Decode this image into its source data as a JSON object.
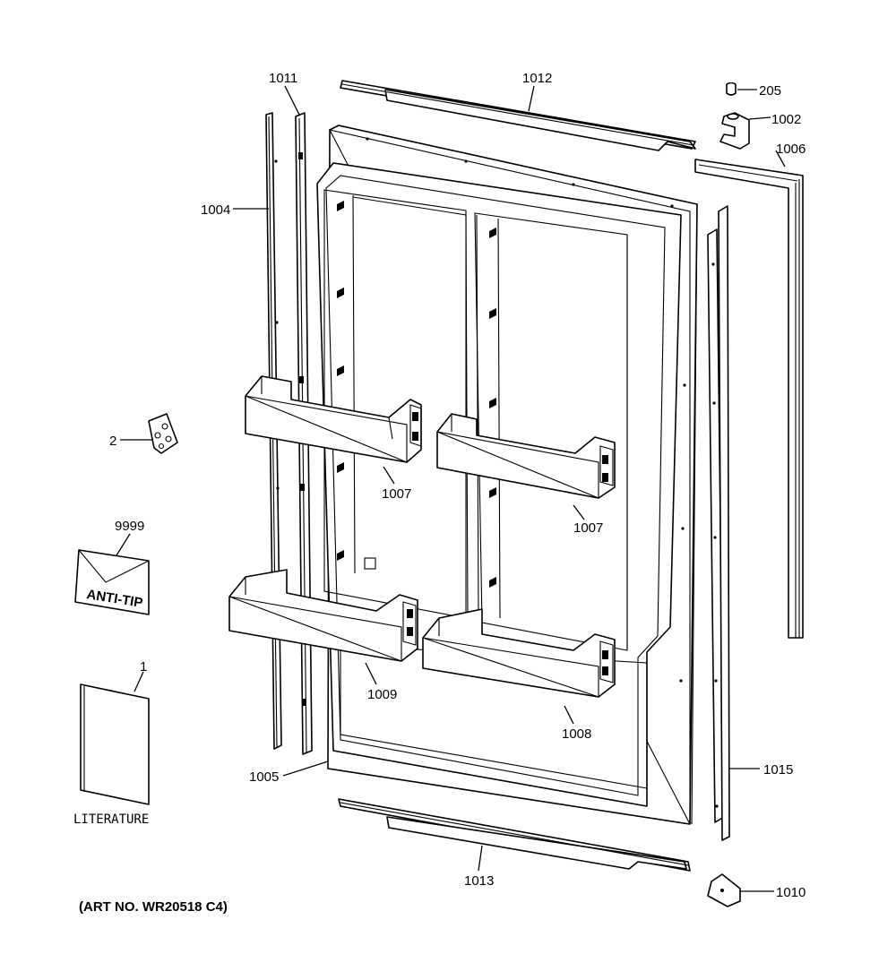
{
  "diagram": {
    "callouts": {
      "c1011": "1011",
      "c1012": "1012",
      "c205": "205",
      "c1002": "1002",
      "c1006": "1006",
      "c1004": "1004",
      "c2": "2",
      "c9999": "9999",
      "c1": "1",
      "c1007a": "1007",
      "c1007b": "1007",
      "c1009": "1009",
      "c1008": "1008",
      "c1005": "1005",
      "c1015": "1015",
      "c1013": "1013",
      "c1010": "1010"
    },
    "anti_tip_text": "ANTI-TIP",
    "literature_text": "LITERATURE",
    "art_number": "(ART NO. WR20518 C4)"
  }
}
